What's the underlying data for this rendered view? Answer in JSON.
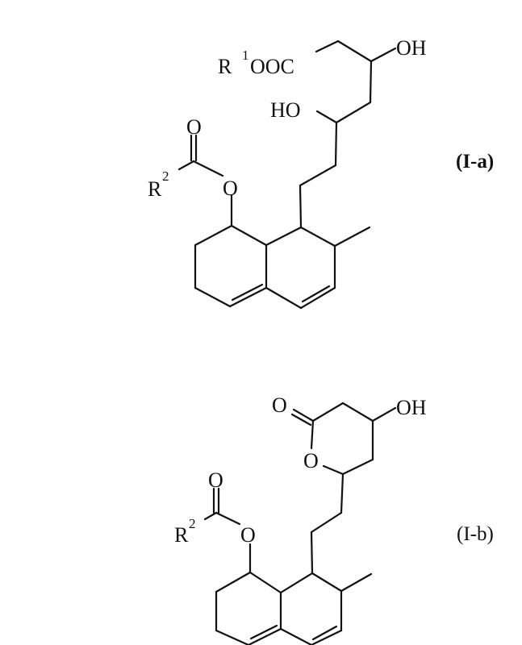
{
  "figure": {
    "structures": [
      {
        "id": "I-a",
        "label": "(I-a)",
        "groups": {
          "ester_chain": {
            "R": "R",
            "R_sup": "1",
            "text": "OOC"
          },
          "hydroxyl_upper": "OH",
          "hydroxyl_lower": "HO",
          "acyl_carbonyl_O": "O",
          "acyl_R": "R",
          "acyl_R_sup": "2",
          "acyl_ester_O": "O"
        }
      },
      {
        "id": "I-b",
        "label": "(I-b)",
        "groups": {
          "lactone_carbonyl_O": "O",
          "lactone_ring_O": "O",
          "hydroxyl": "OH",
          "acyl_carbonyl_O": "O",
          "acyl_R": "R",
          "acyl_R_sup": "2",
          "acyl_ester_O": "O"
        }
      }
    ]
  }
}
